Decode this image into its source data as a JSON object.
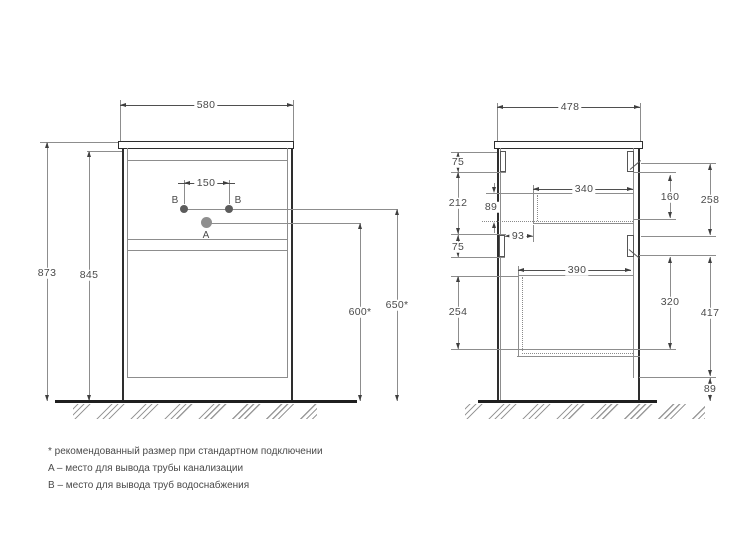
{
  "front_view": {
    "width": "580",
    "supply_spacing": "150",
    "overall_height": "873",
    "body_height": "845",
    "drain_outlet_height": "600*",
    "supply_outlet_height": "650*",
    "point_a": "A",
    "point_b_left": "B",
    "point_b_right": "B"
  },
  "side_view": {
    "depth": "478",
    "top_rail_height": "75",
    "rail_spacing": "212",
    "bottom_rail_height": "75",
    "upper_drawer_height": "89",
    "upper_drawer_setback": "93",
    "upper_drawer_depth": "340",
    "upper_opening_height": "160",
    "upper_zone_height": "258",
    "lower_drawer_depth": "390",
    "lower_drawer_height": "254",
    "lower_opening_height": "320",
    "lower_zone_height": "417",
    "bottom_clearance": "89"
  },
  "footnotes": {
    "asterisk": "* рекомендованный размер при стандартном подключении",
    "point_a": "A – место для вывода трубы канализации",
    "point_b": "B – место для вывода труб водоснабжения"
  },
  "colors": {
    "line": "#3f3f3f",
    "text": "#4a4a4a",
    "dot_a": "#8f8f8f",
    "dot_b": "#5c5c5c",
    "background": "#ffffff"
  }
}
